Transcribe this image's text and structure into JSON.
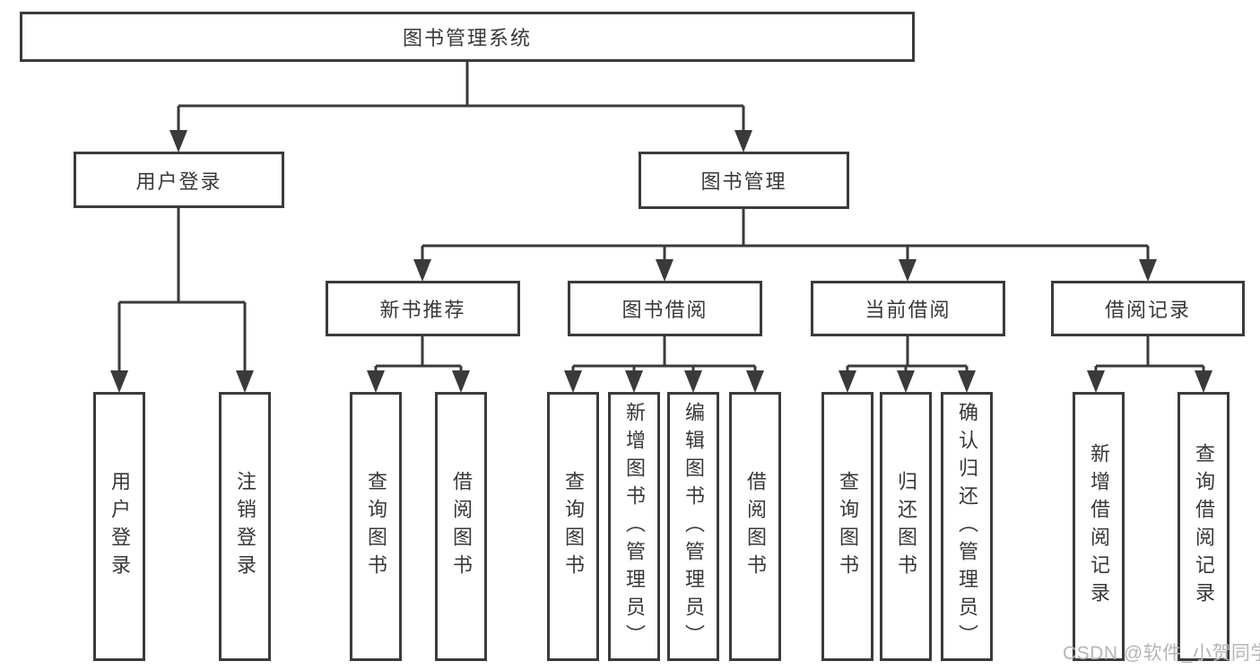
{
  "diagram": {
    "title": "图书管理系统",
    "root": {
      "label": "图书管理系统"
    },
    "branches": [
      {
        "label": "用户登录",
        "children": [
          "用户登录",
          "注销登录"
        ]
      },
      {
        "label": "图书管理",
        "sections": [
          {
            "label": "新书推荐",
            "children": [
              "查询图书",
              "借阅图书"
            ]
          },
          {
            "label": "图书借阅",
            "children": [
              "查询图书",
              "新增图书（管理员）",
              "编辑图书（管理员）",
              "借阅图书"
            ]
          },
          {
            "label": "当前借阅",
            "children": [
              "查询图书",
              "归还图书",
              "确认归还（管理员）"
            ]
          },
          {
            "label": "借阅记录",
            "children": [
              "新增借阅记录",
              "查询借阅记录"
            ]
          }
        ]
      }
    ]
  },
  "watermark": {
    "text": "CSDN @软件_小贺同学"
  },
  "colors": {
    "line": "#3a3a3a",
    "border": "#3b3b3b",
    "text": "#383838",
    "watermark": "#b5b5b5",
    "background": "#ffffff"
  }
}
